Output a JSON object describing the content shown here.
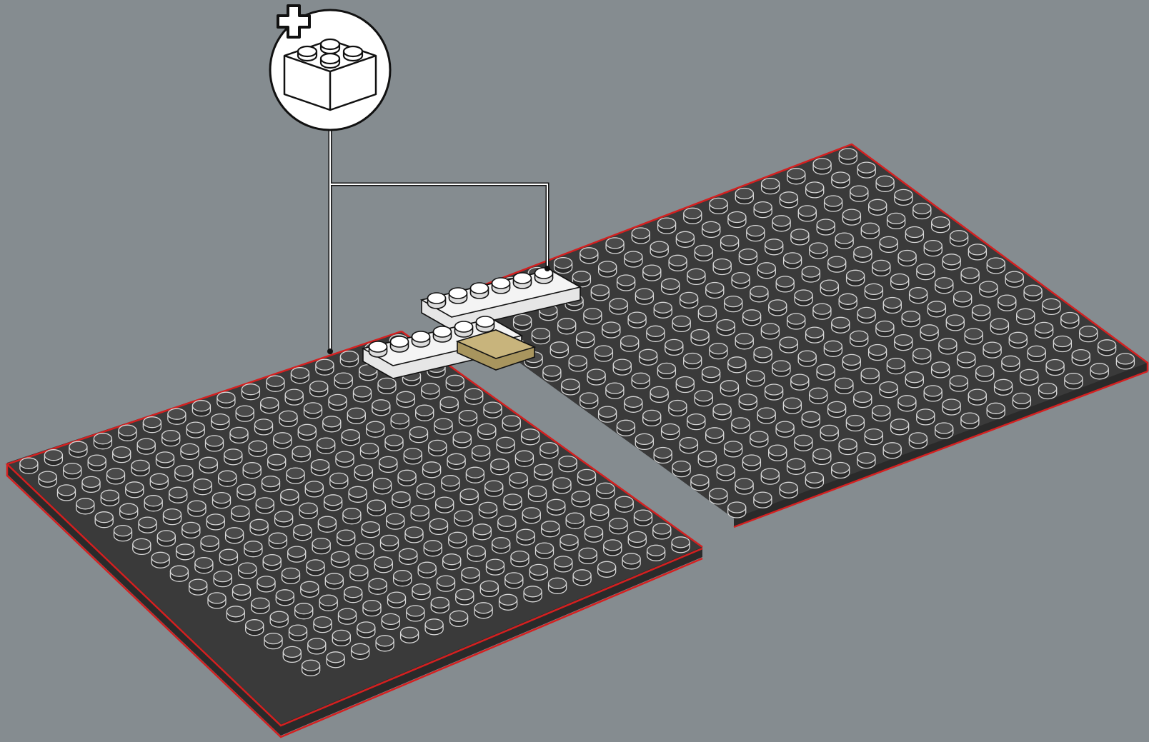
{
  "colors": {
    "background": "#858c90",
    "baseplate": "#3a3a3a",
    "baseplate_edge": "#2a2a2a",
    "stud_top": "#4a4a4a",
    "stud_outline": "#d8d8d8",
    "highlight_outline": "#d42020",
    "white_plate": "#f4f4f4",
    "tan_tile": "#c8b47c",
    "callout_line": "#ffffff"
  },
  "callout": {
    "icon": "add-2x2-brick-icon",
    "meaning": "add part"
  },
  "parts": [
    {
      "name": "baseplate-left",
      "color": "dark-gray",
      "highlighted": true
    },
    {
      "name": "baseplate-right",
      "color": "dark-gray",
      "highlighted": true
    },
    {
      "name": "plate-1x6-left",
      "color": "white",
      "studs": 6
    },
    {
      "name": "plate-1x6-right",
      "color": "white",
      "studs": 6
    },
    {
      "name": "plate-2x4-connector",
      "color": "white"
    },
    {
      "name": "tile-2x2",
      "color": "tan"
    }
  ]
}
